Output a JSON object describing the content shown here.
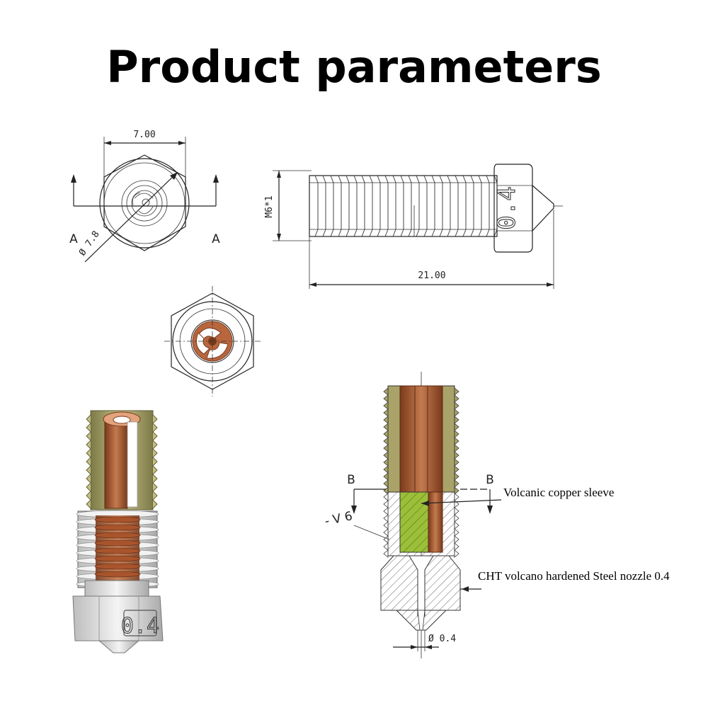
{
  "title": "Product parameters",
  "dimensions": {
    "hex_width": "7.00",
    "hex_diameter": "Ø 7.8",
    "thread": "M6*1",
    "length": "21.00",
    "nozzle_hole": "Ø 0.4",
    "section_a_left": "A",
    "section_a_right": "A",
    "section_b_left": "B",
    "section_b_right": "B",
    "thread_mark": "- V 6"
  },
  "engraving": "0.4",
  "labels": {
    "copper_sleeve": "Volcanic copper sleeve",
    "steel_nozzle": "CHT volcano hardened Steel nozzle 0.4"
  },
  "colors": {
    "copper": "#b8663e",
    "copper_dark": "#7a3a1c",
    "olive": "#a9a36a",
    "green": "#9cbf3a",
    "steel": "#e4e4e4"
  }
}
